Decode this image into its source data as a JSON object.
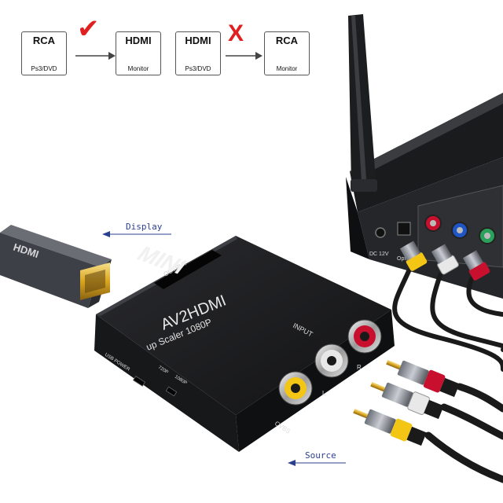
{
  "diagram": {
    "box1": {
      "title": "RCA",
      "subtitle": "Ps3/DVD"
    },
    "box2": {
      "title": "HDMI",
      "subtitle": "Monitor"
    },
    "box3": {
      "title": "HDMI",
      "subtitle": "Ps3/DVD"
    },
    "box4": {
      "title": "RCA",
      "subtitle": "Monitor"
    },
    "ok_mark": "✔",
    "no_mark": "X"
  },
  "labels": {
    "display": "Display",
    "source": "Source"
  },
  "device": {
    "brand": "MINI",
    "model": "AV2HDMI",
    "tagline": "up Scaler 1080P",
    "output": "OUTPUT",
    "input": "INPUT",
    "usb_power": "USB POWER",
    "res_720": "720P",
    "res_1080": "1080P",
    "cvbs": "CVBS",
    "left": "L",
    "right": "R"
  },
  "player": {
    "dc": "DC 12V",
    "optical": "Opt"
  },
  "colors": {
    "accent_label": "#2b3f8f",
    "ok_check": "#e02020",
    "no_cross": "#e02020",
    "rca_red": "#c8102e",
    "rca_white": "#e8e8e8",
    "rca_yellow": "#f3c515",
    "gold": "#d9a520"
  }
}
